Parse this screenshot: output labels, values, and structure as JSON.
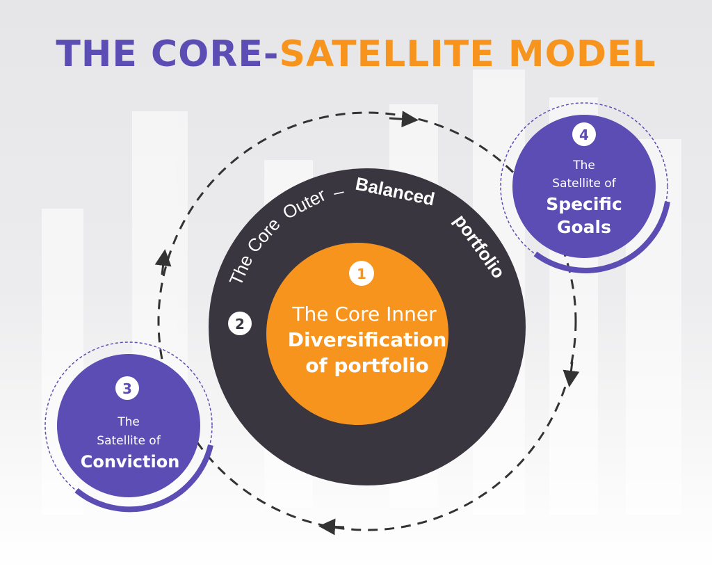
{
  "title": {
    "part1": "THE CORE-",
    "part2": "SATELLITE MODEL"
  },
  "core_outer": {
    "number": "2",
    "label_regular": "The Core Outer – ",
    "label_bold": "Balanced portfolio"
  },
  "core_inner": {
    "number": "1",
    "line1": "The Core Inner",
    "line2": "Diversification",
    "line3": "of portfolio"
  },
  "satellite_conviction": {
    "number": "3",
    "line1": "The",
    "line2": "Satellite of",
    "line3": "Conviction"
  },
  "satellite_goals": {
    "number": "4",
    "line1": "The",
    "line2": "Satellite of",
    "line3": "Specific",
    "line4": "Goals"
  },
  "colors": {
    "purple": "#5b4db3",
    "orange": "#f7941d",
    "dark": "#3a3640",
    "arrow": "#333333"
  }
}
